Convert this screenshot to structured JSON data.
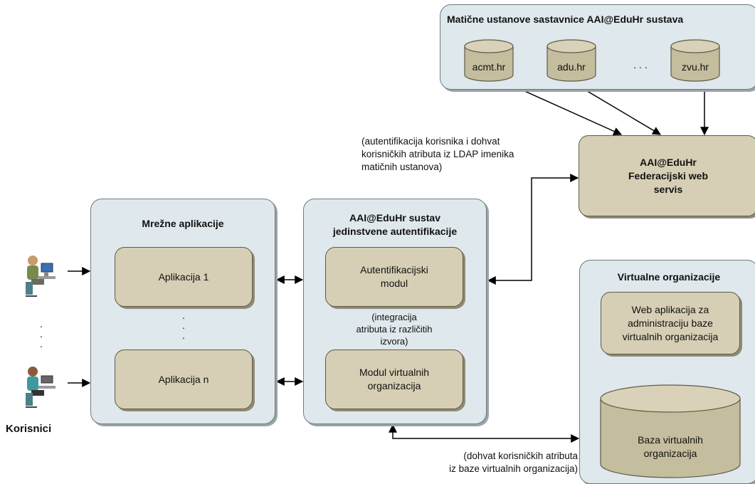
{
  "matične": {
    "title": "Matične ustanove sastavnice AAI@EduHr sustava",
    "institutions": [
      "acmt.hr",
      "adu.hr",
      "zvu.hr"
    ],
    "ellipsis": ". . ."
  },
  "federation": {
    "label": "AAI@EduHr\nFederacijski web\nservis"
  },
  "note_ldap": "(autentifikacija korisnika i dohvat\nkorisničkih atributa iz LDAP imenika\nmatičnih ustanova)",
  "mrezne": {
    "title": "Mrežne aplikacije",
    "app1": "Aplikacija 1",
    "appn": "Aplikacija n",
    "dots": ".\n.\n."
  },
  "aai": {
    "title": "AAI@EduHr sustav\njedinstvene autentifikacije",
    "auth_module": "Autentifikacijski\nmodul",
    "integration": "(integracija\natributa iz različitih\nizvora)",
    "vo_module": "Modul virtualnih\norganizacija"
  },
  "virtual": {
    "title": "Virtualne organizacije",
    "web_app": "Web aplikacija za\nadministraciju baze\nvirtualnih organizacija",
    "database": "Baza virtualnih\norganizacija"
  },
  "note_vo": "(dohvat korisničkih atributa\niz baze virtualnih organizacija)",
  "users": {
    "label": "Korisnici",
    "dots": ".\n.\n."
  }
}
